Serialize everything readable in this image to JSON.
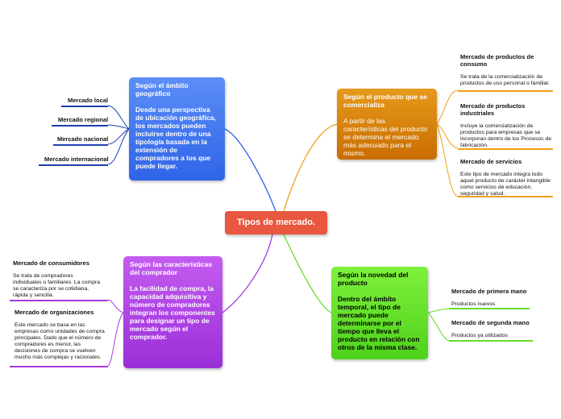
{
  "center": {
    "label": "Tipos de mercado."
  },
  "geo": {
    "title": "Según el ámbito geográfico",
    "body": "Desde una perspectiva de ubicación geográfica, los mercados pueden incluirse dentro de una tipología basada en la extensión de compradores a los que puede llegar.",
    "items": [
      "Mercado local",
      "Mercado regional",
      "Mercado nacional",
      "Mercado internacional"
    ]
  },
  "product": {
    "title": "Según el producto que se comercializa",
    "body": "A partir de las características del producto se determina el mercado más adecuado para el mismo.",
    "items": [
      {
        "title": "Mercado de productos de consumo",
        "desc": "Se trata de la comercialización de productos de uso personal o familiar."
      },
      {
        "title": "Mercado de productos industriales",
        "desc": "Incluye la comercialización de productos  para empresas que se incorporan dentro de los Procesos de fabricación."
      },
      {
        "title": "Mercado de servicios",
        "desc": "Este tipo de mercado integra todo aquel producto de carácter intangible como servicios de educación, seguridad y salud."
      }
    ]
  },
  "buyer": {
    "title": "Según las características del comprador",
    "body": "La facilidad de compra, la capacidad adquisitiva y número de compradores integran los componentes para designar un tipo de mercado según el comprador.",
    "items": [
      {
        "title": "Mercado de consumidores",
        "desc": "Se trata de compradores individuales o familiares. La compra se caracteriza por se cotidiana, rápida y sencilla."
      },
      {
        "title": "Mercado de organizaciones",
        "desc": "Este mercado se basa en las empresas como unidades de compra principales. Dado que el número de compradores es menor, las decisiones de compra se vuelven mucho más complejas y racionales."
      }
    ]
  },
  "novelty": {
    "title": "Según la novedad del producto",
    "body": "Dentro del ámbito temporal, el tipo de mercado puede determinarse por el tiempo que lleva el producto en relación con otros de la misma clase.",
    "items": [
      {
        "title": "Mercado de primera mano",
        "desc": "Productos nuevos"
      },
      {
        "title": "Mercado de segunda mano",
        "desc": "Productos ya utilizados"
      }
    ]
  },
  "colors": {
    "center": "#e8573f",
    "blue": "#3a6cec",
    "orange": "#f0a018",
    "purple": "#a73ae0",
    "green": "#66dd22"
  }
}
